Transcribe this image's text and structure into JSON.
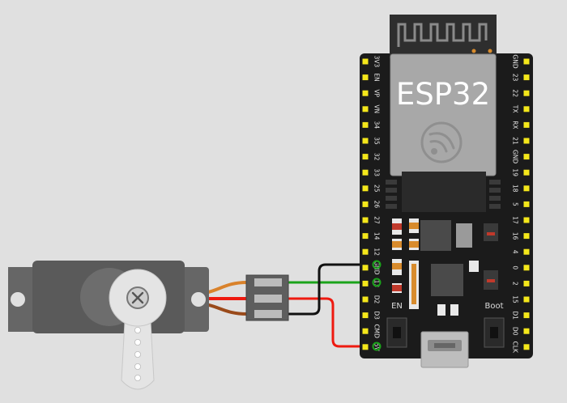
{
  "board": {
    "chip_label": "ESP32",
    "left_pins": [
      "3V3",
      "EN",
      "VP",
      "VN",
      "34",
      "35",
      "32",
      "33",
      "25",
      "26",
      "27",
      "14",
      "12",
      "GND",
      "13",
      "D2",
      "D3",
      "CMD",
      "5V"
    ],
    "right_pins": [
      "GND",
      "23",
      "22",
      "TX",
      "RX",
      "21",
      "GND",
      "19",
      "18",
      "5",
      "17",
      "16",
      "4",
      "0",
      "2",
      "15",
      "D1",
      "D0",
      "CLK"
    ],
    "en_button_label": "EN",
    "boot_button_label": "Boot"
  },
  "colors": {
    "background": "#e0e0e0",
    "board": "#1b1b1b",
    "pin": "#f4e71b",
    "module": "#a8a8a8",
    "servo_body": "#5a5a5a",
    "wire_green": "#1aa31a",
    "wire_red": "#ee1a10",
    "wire_black": "#111111",
    "wire_orange": "#d9822b",
    "wire_brown": "#9a4a1a"
  },
  "icons": {
    "espressif_logo": "espressif-logo-icon",
    "servo_screw": "screw-icon",
    "wifi_antenna": "pcb-antenna-icon"
  }
}
